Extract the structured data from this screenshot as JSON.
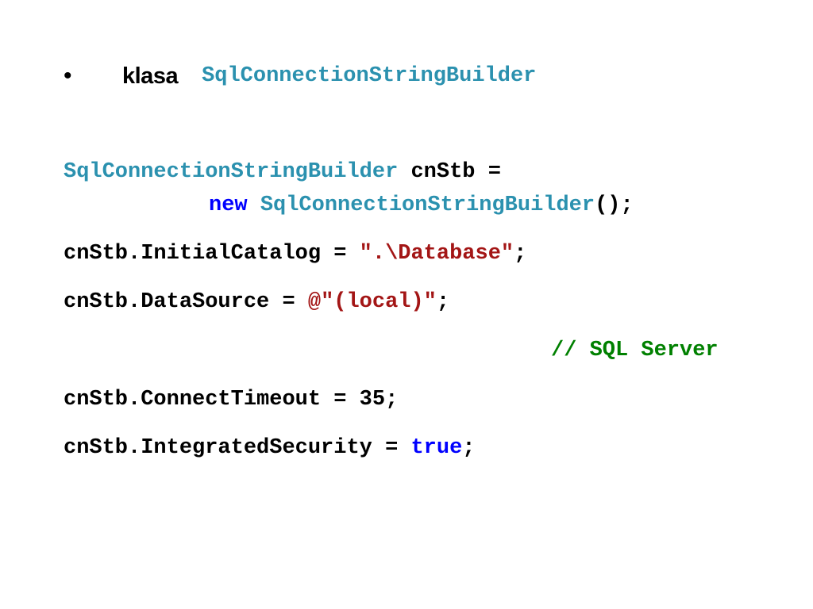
{
  "slide": {
    "bullet": {
      "symbol": "•",
      "word": "klasa",
      "class_name": "SqlConnectionStringBuilder"
    },
    "code": {
      "line1": {
        "type": "SqlConnectionStringBuilder",
        "rest": " cnStb ="
      },
      "line2": {
        "keyword": "new",
        "type": "SqlConnectionStringBuilder",
        "rest": "();"
      },
      "line3": {
        "prefix": "cnStb.InitialCatalog = ",
        "string": "\".\\Database\"",
        "suffix": ";"
      },
      "line4": {
        "prefix": "cnStb.DataSource = ",
        "verbatim": "@",
        "string": "\"(local)\"",
        "suffix": ";"
      },
      "line5": {
        "comment": "// SQL Server"
      },
      "line6": {
        "text": "cnStb.ConnectTimeout = 35;"
      },
      "line7": {
        "prefix": "cnStb.IntegratedSecurity = ",
        "keyword": "true",
        "suffix": ";"
      }
    },
    "colors": {
      "type": "#2b91af",
      "keyword": "#0000ff",
      "string": "#a31515",
      "comment": "#008000",
      "text": "#000000"
    }
  }
}
